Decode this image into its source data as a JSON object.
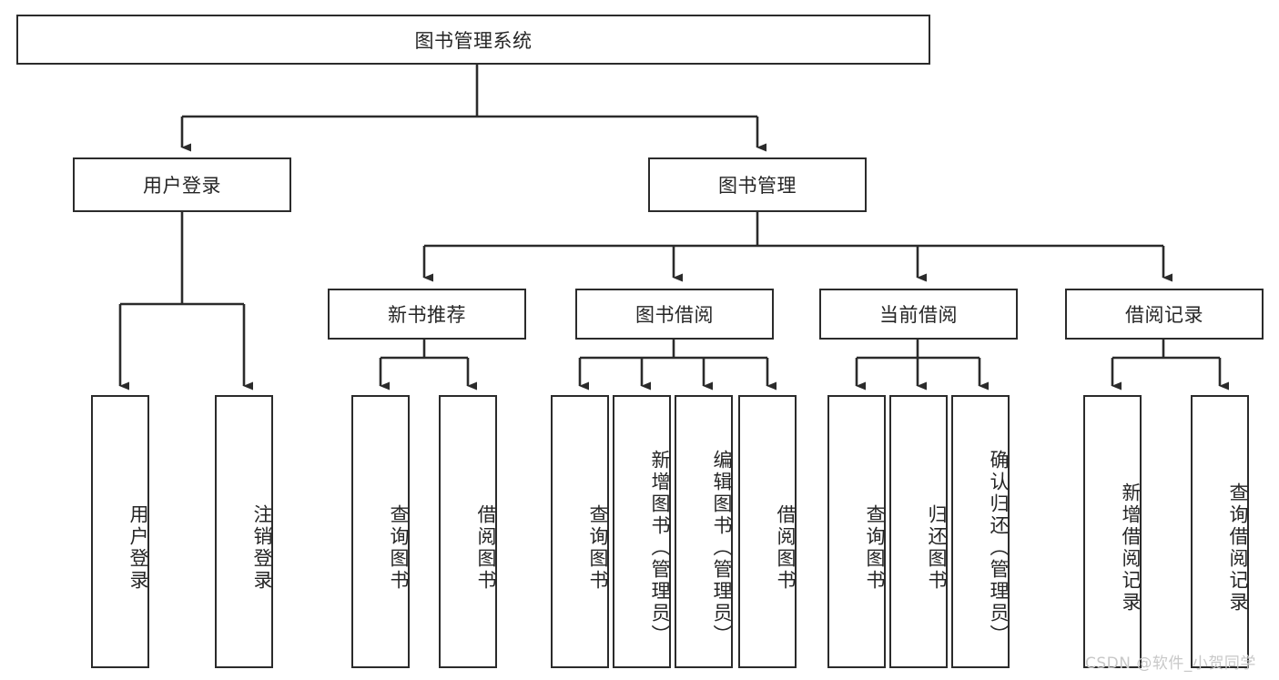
{
  "diagram": {
    "type": "tree",
    "title": "图书管理系统",
    "orientation": "top-down",
    "background_color": "#ffffff",
    "box_border_color": "#2b2b2b",
    "text_color": "#262626",
    "connector_color": "#2b2b2b"
  },
  "nodes": {
    "root": {
      "label": "图书管理系统",
      "level": 1
    },
    "l2": [
      {
        "label": "用户登录",
        "level": 2
      },
      {
        "label": "图书管理",
        "level": 2
      }
    ],
    "l3": [
      {
        "label": "新书推荐",
        "level": 3
      },
      {
        "label": "图书借阅",
        "level": 3
      },
      {
        "label": "当前借阅",
        "level": 3
      },
      {
        "label": "借阅记录",
        "level": 3
      }
    ],
    "leaves": {
      "user_login": [
        {
          "label": "用户登录"
        },
        {
          "label": "注销登录"
        }
      ],
      "new_book_recommend": [
        {
          "label": "查询图书"
        },
        {
          "label": "借阅图书"
        }
      ],
      "book_borrow": [
        {
          "label": "查询图书"
        },
        {
          "label": "新增图书（管理员）"
        },
        {
          "label": "编辑图书（管理员）"
        },
        {
          "label": "借阅图书"
        }
      ],
      "current_borrow": [
        {
          "label": "查询图书"
        },
        {
          "label": "归还图书"
        },
        {
          "label": "确认归还（管理员）"
        }
      ],
      "borrow_record": [
        {
          "label": "新增借阅记录"
        },
        {
          "label": "查询借阅记录"
        }
      ]
    }
  },
  "watermark": {
    "text": "CSDN @软件_小贺同学"
  }
}
